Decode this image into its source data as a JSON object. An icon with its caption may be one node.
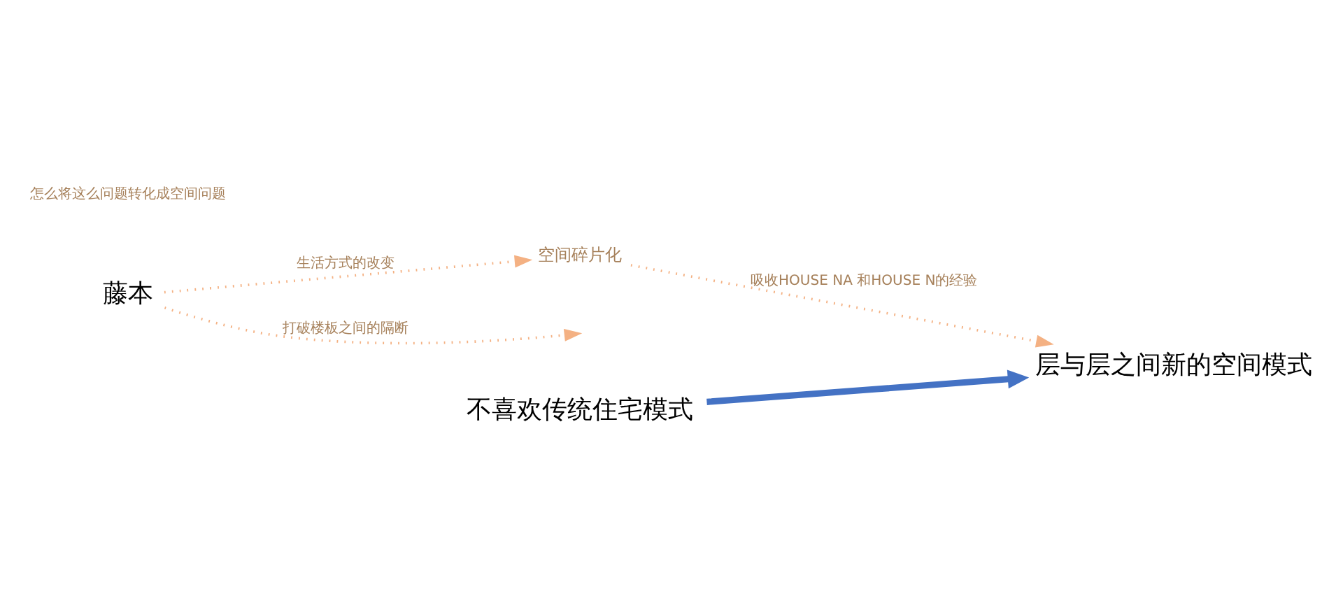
{
  "diagram": {
    "nodes": [
      {
        "text": [
          "藤本"
        ]
      },
      {
        "text": [
          "不喜欢传统住宅模式"
        ]
      },
      {
        "text": [
          "层与层之间新的空间模式"
        ]
      },
      {
        "text": [
          "空间碎片化"
        ]
      }
    ],
    "edges": [
      {
        "from": 0,
        "to": 3,
        "arrow": "to",
        "label": "生活方式的改变",
        "style": "dashed"
      },
      {
        "from": 0,
        "to": null,
        "arrow": "to",
        "label": "打破楼板之间的隔断",
        "style": "dashed"
      },
      {
        "from": 1,
        "to": 2,
        "arrow": "to",
        "style": "thick",
        "color": "#4472c4"
      },
      {
        "from": 3,
        "to": 2,
        "arrow": "to",
        "label": "吸收HOUSE NA 和HOUSE N的经验",
        "style": "dashed"
      }
    ],
    "labels": [
      "怎么将这么问题转化成空间问题"
    ]
  }
}
